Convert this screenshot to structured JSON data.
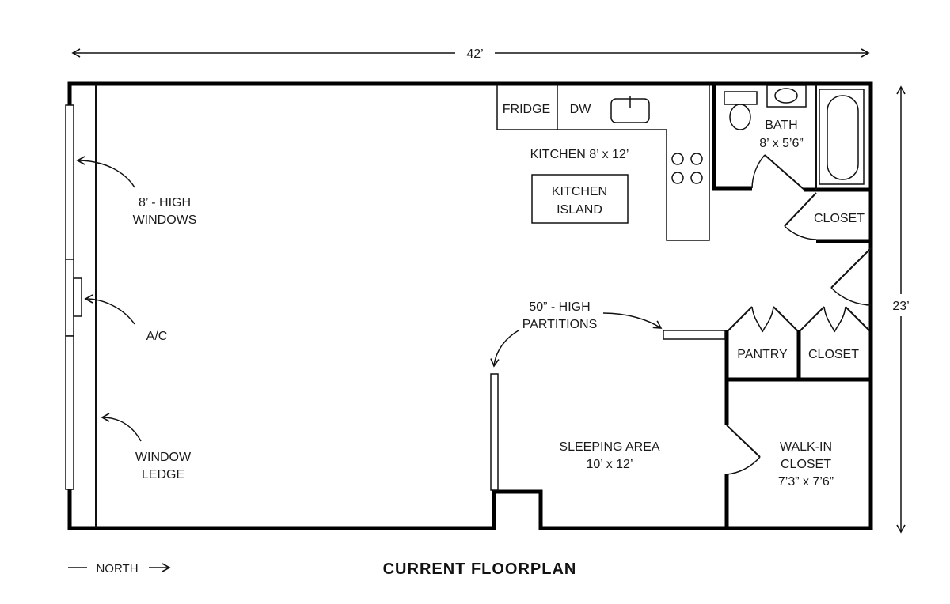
{
  "title": "CURRENT FLOORPLAN",
  "north_label": "NORTH",
  "dimensions": {
    "width": "42’",
    "height": "23’"
  },
  "rooms": {
    "kitchen": {
      "name": "KITCHEN 8’ x 12’"
    },
    "fridge": "FRIDGE",
    "dw": "DW",
    "island": {
      "line1": "KITCHEN",
      "line2": "ISLAND"
    },
    "bath": {
      "name": "BATH",
      "size": "8’ x 5’6”"
    },
    "closet_top": "CLOSET",
    "pantry": "PANTRY",
    "closet_mid": "CLOSET",
    "sleeping": {
      "name": "SLEEPING AREA",
      "size": "10’ x 12’"
    },
    "walkin": {
      "line1": "WALK-IN",
      "line2": "CLOSET",
      "size": "7’3” x 7’6”"
    }
  },
  "annotations": {
    "windows": {
      "line1": "8’ - HIGH",
      "line2": "WINDOWS"
    },
    "ac": "A/C",
    "ledge": {
      "line1": "WINDOW",
      "line2": "LEDGE"
    },
    "partitions": {
      "line1": "50” - HIGH",
      "line2": "PARTITIONS"
    }
  }
}
